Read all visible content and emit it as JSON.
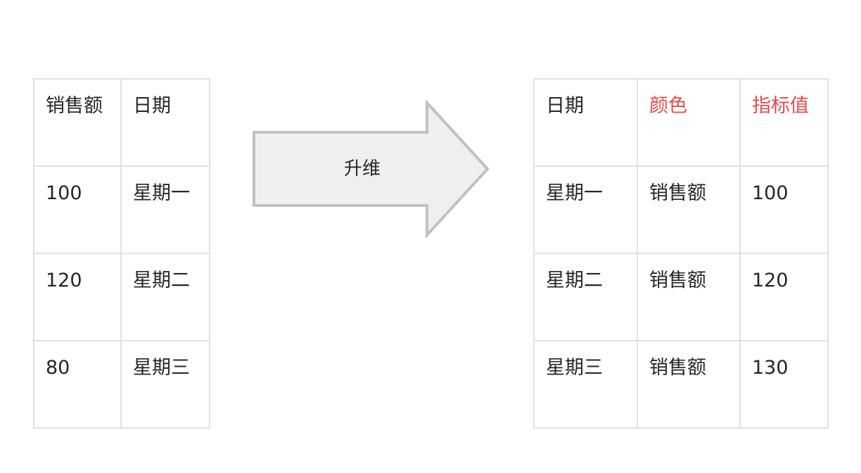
{
  "left_table": {
    "header": [
      "销售额",
      "日期"
    ],
    "rows": [
      [
        "100",
        "星期一"
      ],
      [
        "120",
        "星期二"
      ],
      [
        "80",
        "星期三"
      ]
    ]
  },
  "arrow": {
    "label": "升维",
    "fill": "#eeeff1",
    "stroke": "#bfc1c5"
  },
  "right_table": {
    "header": [
      "日期",
      "颜色",
      "指标值"
    ],
    "highlight_color": "#e84b4b",
    "rows": [
      [
        "星期一",
        "销售额",
        "100"
      ],
      [
        "星期二",
        "销售额",
        "120"
      ],
      [
        "星期三",
        "销售额",
        "130"
      ]
    ]
  }
}
